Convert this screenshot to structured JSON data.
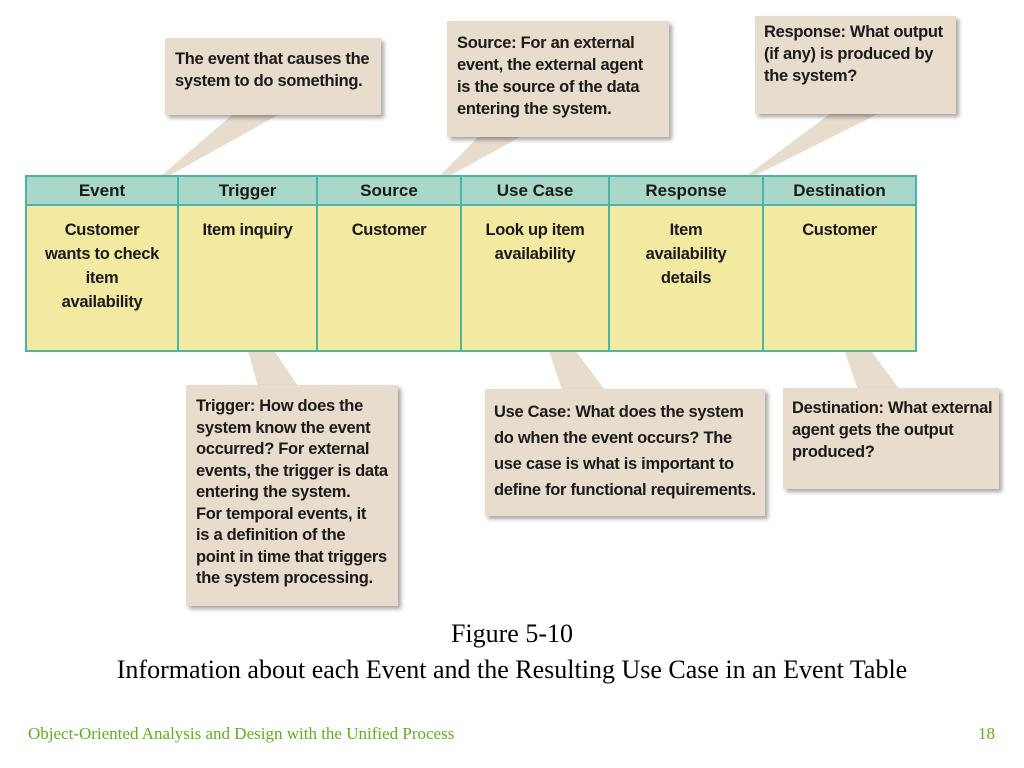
{
  "callouts": {
    "event": "The event that causes the\nsystem to do something.",
    "source": "Source: For an external\nevent, the external agent\nis the source of the data\nentering the system.",
    "response": "Response: What output\n(if any) is produced by\nthe system?",
    "trigger": "Trigger: How does the\nsystem know the event\noccurred? For external\nevents, the trigger is data\nentering the system.\nFor temporal events, it\nis a definition of the\npoint in time that triggers\nthe system processing.",
    "use_case": "Use Case: What does the system\ndo when the event occurs? The\nuse case is what is important to\ndefine for functional requirements.",
    "destination": "Destination: What external\nagent gets the output\nproduced?"
  },
  "table": {
    "headers": [
      "Event",
      "Trigger",
      "Source",
      "Use Case",
      "Response",
      "Destination"
    ],
    "row": [
      "Customer\nwants to check\nitem\navailability",
      "Item inquiry",
      "Customer",
      "Look up item\navailability",
      "Item\navailability\ndetails",
      "Customer"
    ]
  },
  "caption": {
    "figure": "Figure 5-10",
    "description": "Information about each Event and the Resulting Use Case in an Event Table"
  },
  "footer": {
    "course": "Object-Oriented Analysis and Design with the Unified Process",
    "page": "18"
  },
  "colors": {
    "header_fill": "#a9d8cb",
    "cell_fill": "#f3e9a0",
    "border": "#4db3a4",
    "callout_fill": "#e8dccd",
    "footer_text": "#5fae1e"
  }
}
